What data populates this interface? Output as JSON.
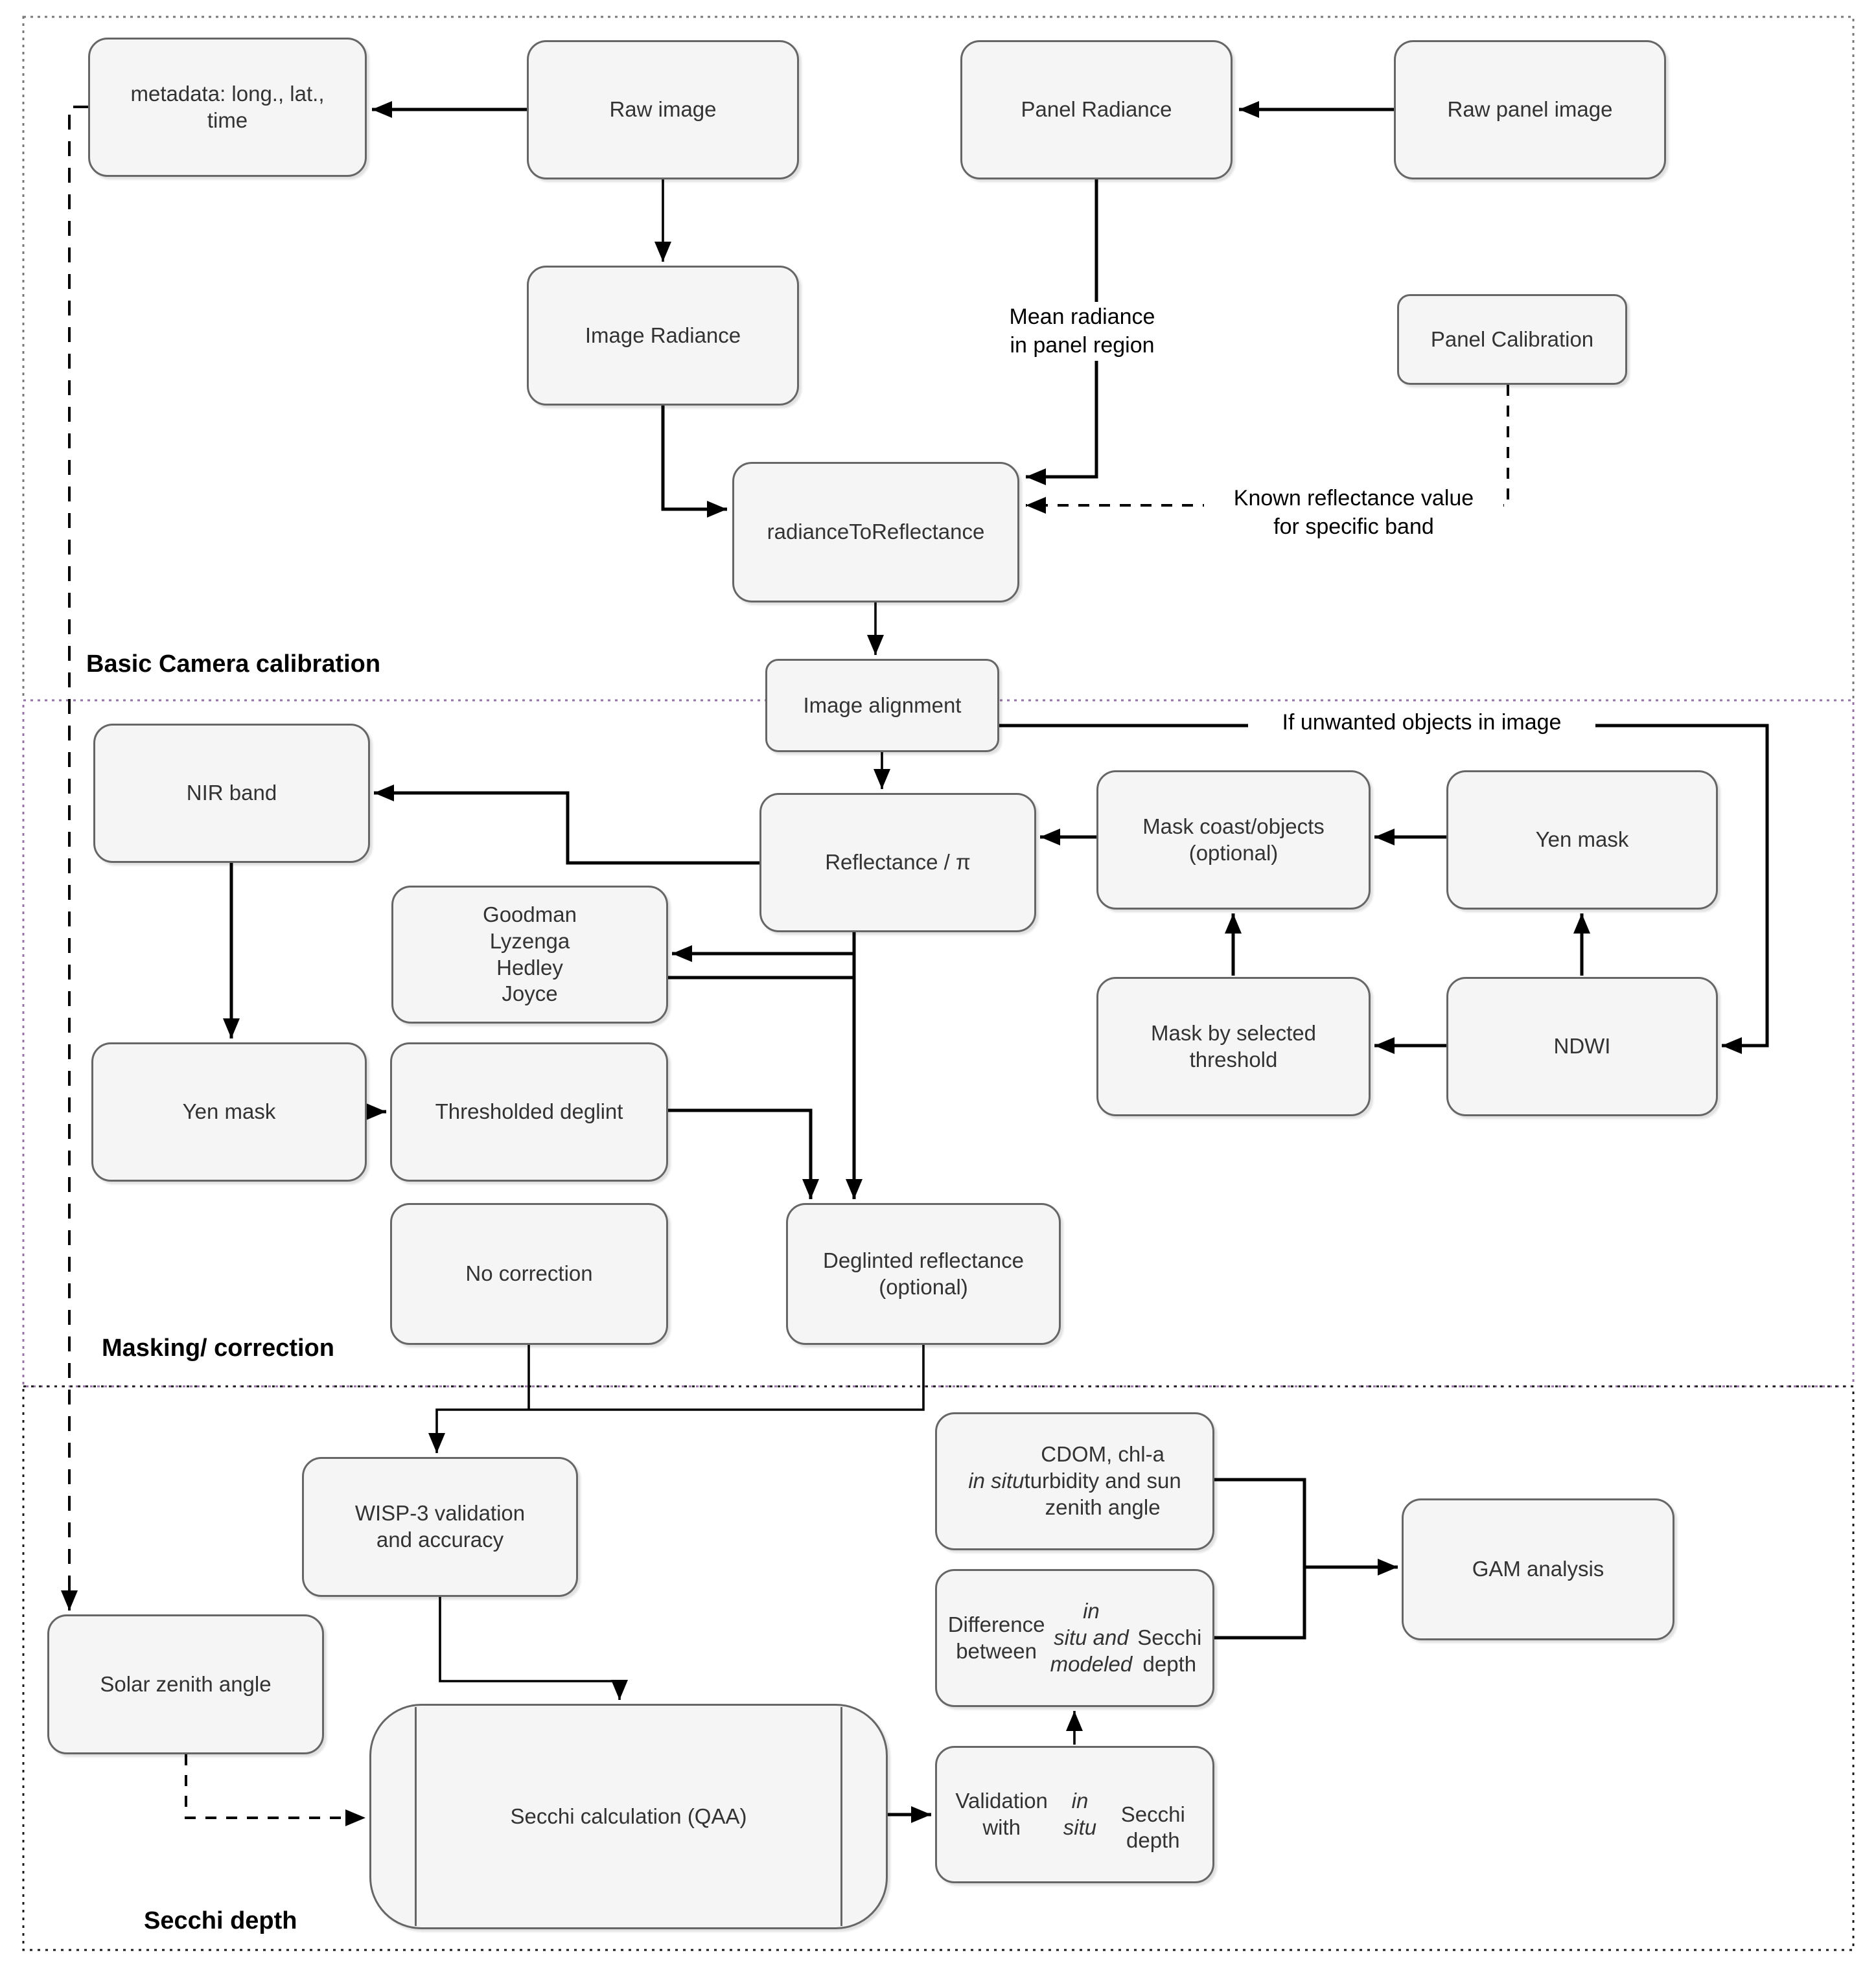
{
  "diagram_type": "flowchart",
  "sections": {
    "basic_camera": {
      "label": "Basic Camera calibration"
    },
    "masking": {
      "label": "Masking/ correction"
    },
    "secchi": {
      "label": "Secchi depth"
    }
  },
  "nodes": {
    "metadata": "metadata: long., lat.,\ntime",
    "raw_image": "Raw image",
    "panel_radiance": "Panel Radiance",
    "raw_panel_image": "Raw panel image",
    "image_radiance": "Image Radiance",
    "panel_calibration": "Panel Calibration",
    "radiance_to_reflectance": "radianceToReflectance",
    "image_alignment": "Image alignment",
    "nir_band": "NIR band",
    "reflectance_pi": "Reflectance / π",
    "mask_coast": "Mask coast/objects\n(optional)",
    "yen_mask_right": "Yen mask",
    "goodman": "Goodman\nLyzenga\nHedley\nJoyce",
    "mask_threshold": "Mask by selected\nthreshold",
    "ndwi": "NDWI",
    "yen_mask_left": "Yen mask",
    "thresholded_deglint": "Thresholded deglint",
    "no_correction": "No correction",
    "deglinted": "Deglinted reflectance\n(optional)",
    "wisp3": "WISP-3 validation\nand accuracy",
    "solar_zenith": "Solar zenith angle",
    "secchi_calculation": "Secchi calculation (QAA)",
    "gam": "GAM analysis"
  },
  "nodes_rich": {
    "cdom": [
      {
        "t": "in situ",
        "i": true
      },
      {
        "t": " CDOM, chl-a\nturbidity and sun\nzenith angle"
      }
    ],
    "difference": [
      {
        "t": "Difference between "
      },
      {
        "t": "in\nsitu and modeled",
        "i": true
      },
      {
        "t": "\nSecchi depth"
      }
    ],
    "validation": [
      {
        "t": "Validation with "
      },
      {
        "t": "in situ",
        "i": true
      },
      {
        "t": "\nSecchi depth"
      }
    ]
  },
  "edge_labels": {
    "mean_radiance": "Mean radiance\nin panel region",
    "known_reflectance": "Known reflectance value\nfor specific band",
    "if_unwanted": "If unwanted objects in image"
  },
  "colors": {
    "box_fill": "#f5f5f5",
    "box_border": "#666666",
    "text": "#333333",
    "arrow": "#000000",
    "section1_border": "#787878",
    "section2_border": "#9673a6",
    "section3_border": "#1a1a1a"
  }
}
